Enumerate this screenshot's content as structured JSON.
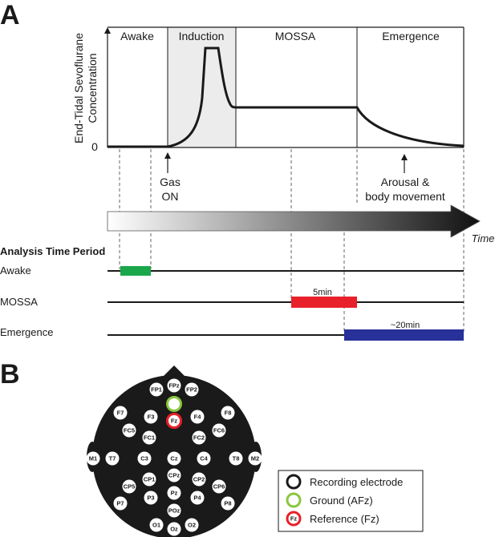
{
  "panels": {
    "a_letter": "A",
    "b_letter": "B"
  },
  "chart": {
    "ylabel_line1": "End-Tidal Sevoflurane",
    "ylabel_line2": "Concentration",
    "zero_label": "0",
    "phases": [
      "Awake",
      "Induction",
      "MOSSA",
      "Emergence"
    ],
    "annotations": {
      "gas_on_line1": "Gas",
      "gas_on_line2": "ON",
      "arousal_line1": "Arousal &",
      "arousal_line2": "body movement"
    }
  },
  "time_arrow": {
    "label": "Time"
  },
  "analysis": {
    "title": "Analysis Time Period",
    "rows": [
      {
        "label": "Awake",
        "duration": "",
        "color": "#1aa64a"
      },
      {
        "label": "MOSSA",
        "duration": "5min",
        "color": "#e8202a"
      },
      {
        "label": "Emergence",
        "duration": "~20min",
        "color": "#28309a"
      }
    ]
  },
  "montage": {
    "electrodes": [
      "FPz",
      "FP1",
      "FP2",
      "F7",
      "F3",
      "F4",
      "F8",
      "FC5",
      "FC1",
      "FC2",
      "FC6",
      "M1",
      "T7",
      "C3",
      "Cz",
      "C4",
      "T8",
      "M2",
      "CPz",
      "CP1",
      "CP2",
      "CP5",
      "CP6",
      "P7",
      "P3",
      "Pz",
      "P4",
      "P8",
      "POz",
      "O1",
      "Oz",
      "O2"
    ],
    "reference_label": "Fz",
    "colors": {
      "head": "#1a1a1a",
      "ground": "#8cc63f",
      "reference": "#e8202a"
    }
  },
  "legend": {
    "items": [
      {
        "label": "Recording electrode",
        "ring_color": "#1a1a1a"
      },
      {
        "label": "Ground (AFz)",
        "ring_color": "#8cc63f"
      },
      {
        "label": "Reference (Fz)",
        "ring_color": "#e8202a",
        "inner_text": "Fz"
      }
    ]
  }
}
